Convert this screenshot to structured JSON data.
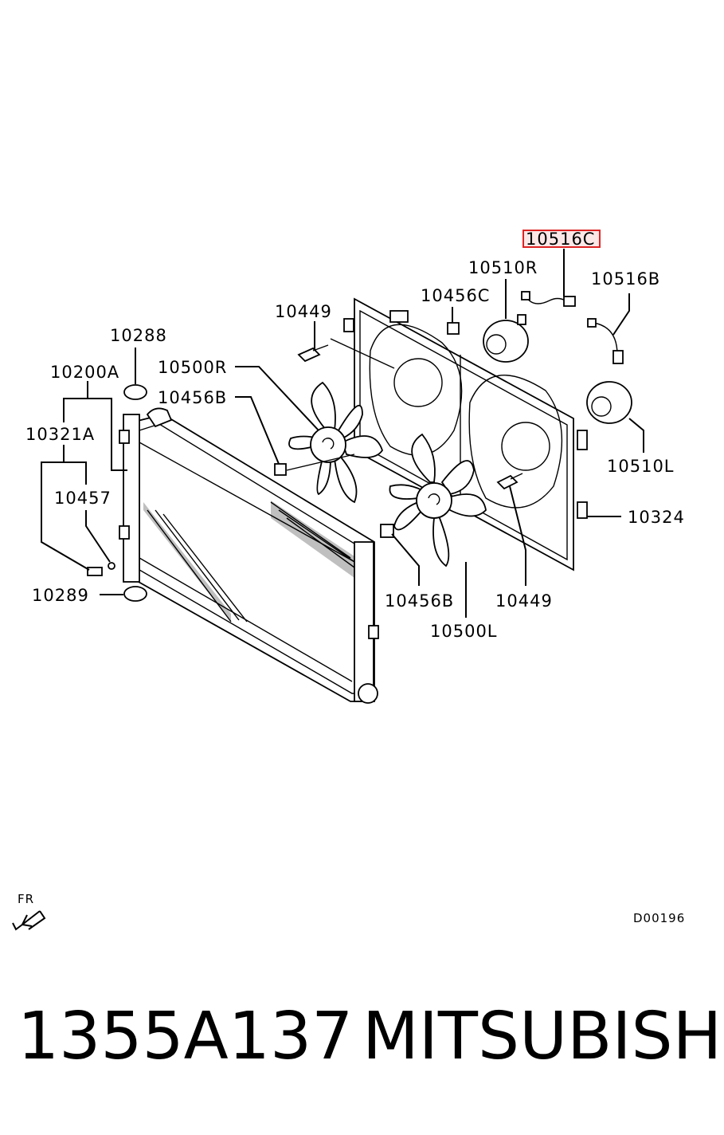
{
  "labels": {
    "l_10516C": "10516C",
    "l_10510R": "10510R",
    "l_10516B": "10516B",
    "l_10456C": "10456C",
    "l_10449_top": "10449",
    "l_10288": "10288",
    "l_10500R": "10500R",
    "l_10200A": "10200A",
    "l_10456B_top": "10456B",
    "l_10321A": "10321A",
    "l_10510L": "10510L",
    "l_10457": "10457",
    "l_10324": "10324",
    "l_10289": "10289",
    "l_10456B_bottom": "10456B",
    "l_10449_bottom": "10449",
    "l_10500L": "10500L"
  },
  "direction": "FR",
  "diagram_code": "D00196",
  "footer": {
    "part_number": "1355A137",
    "brand": "MITSUBISHI"
  },
  "highlight_color": "#dd2222"
}
